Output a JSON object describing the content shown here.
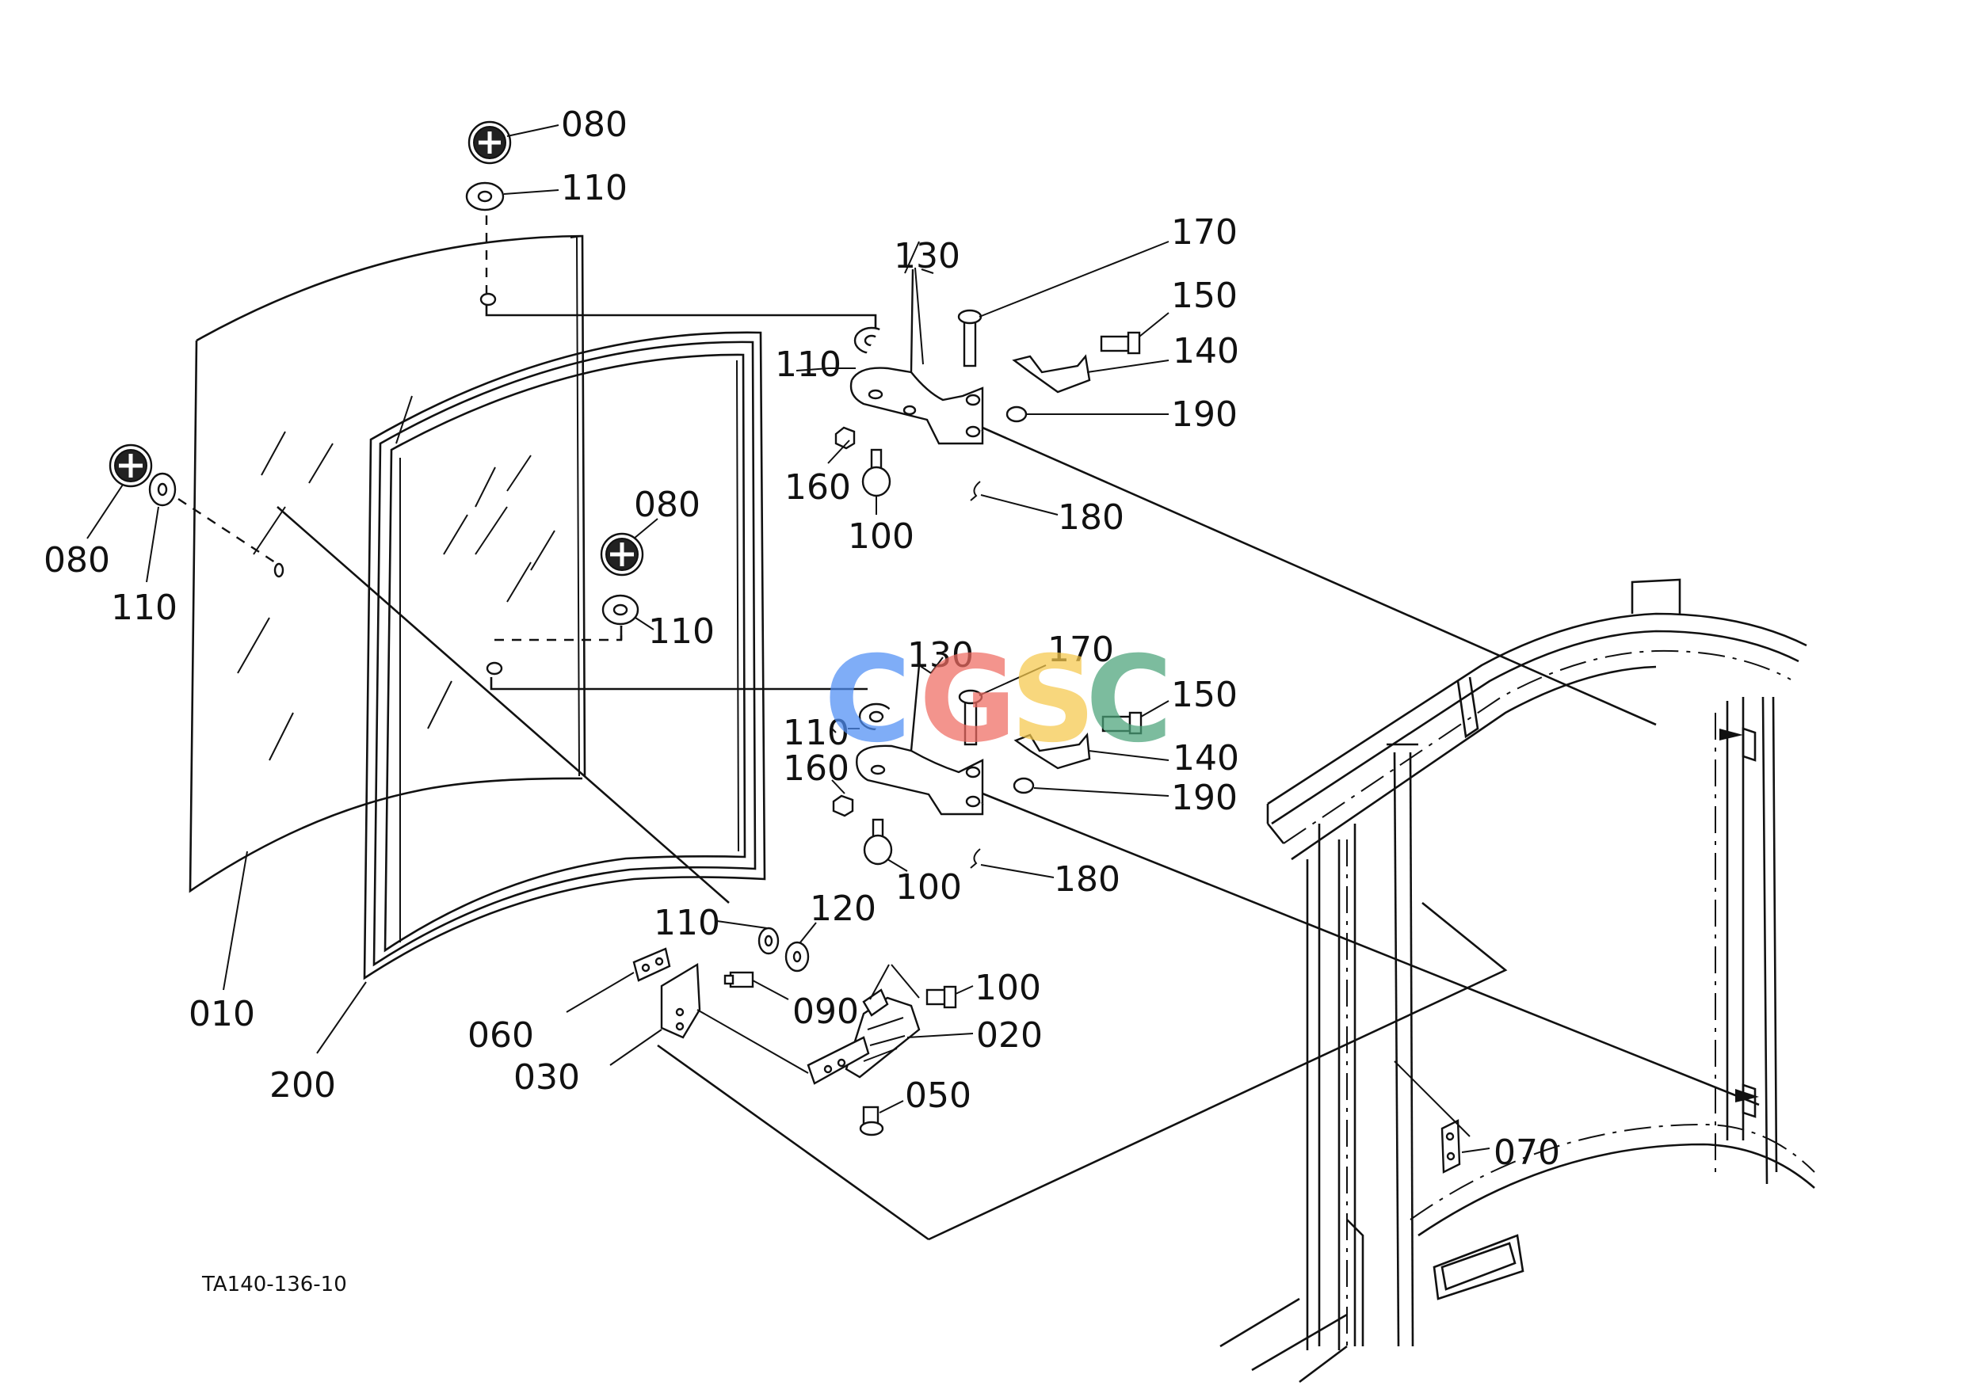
{
  "figure_ref": "TA140-136-10",
  "watermark": {
    "letters": [
      "C",
      "G",
      "S",
      "C"
    ],
    "colors": [
      "#4f8ef5",
      "#ef6b62",
      "#f6c84c",
      "#4aa37a"
    ]
  },
  "callouts": {
    "c080_top": "080",
    "c110_top": "110",
    "c080_left": "080",
    "c110_left": "110",
    "c080_mid": "080",
    "c110_mid": "110",
    "c130_up": "130",
    "c170_up": "170",
    "c150_up": "150",
    "c140_up": "140",
    "c110_up": "110",
    "c190_up": "190",
    "c160_up": "160",
    "c100_up": "100",
    "c180_up": "180",
    "c130_lo": "130",
    "c170_lo": "170",
    "c150_lo": "150",
    "c140_lo": "140",
    "c110_lo": "110",
    "c190_lo": "190",
    "c160_lo": "160",
    "c100_lo": "100",
    "c180_lo": "180",
    "c110_bot": "110",
    "c120_bot": "120",
    "c100_bot": "100",
    "c060": "060",
    "c090": "090",
    "c020": "020",
    "c030": "030",
    "c050": "050",
    "c010": "010",
    "c200": "200",
    "c070": "070"
  }
}
